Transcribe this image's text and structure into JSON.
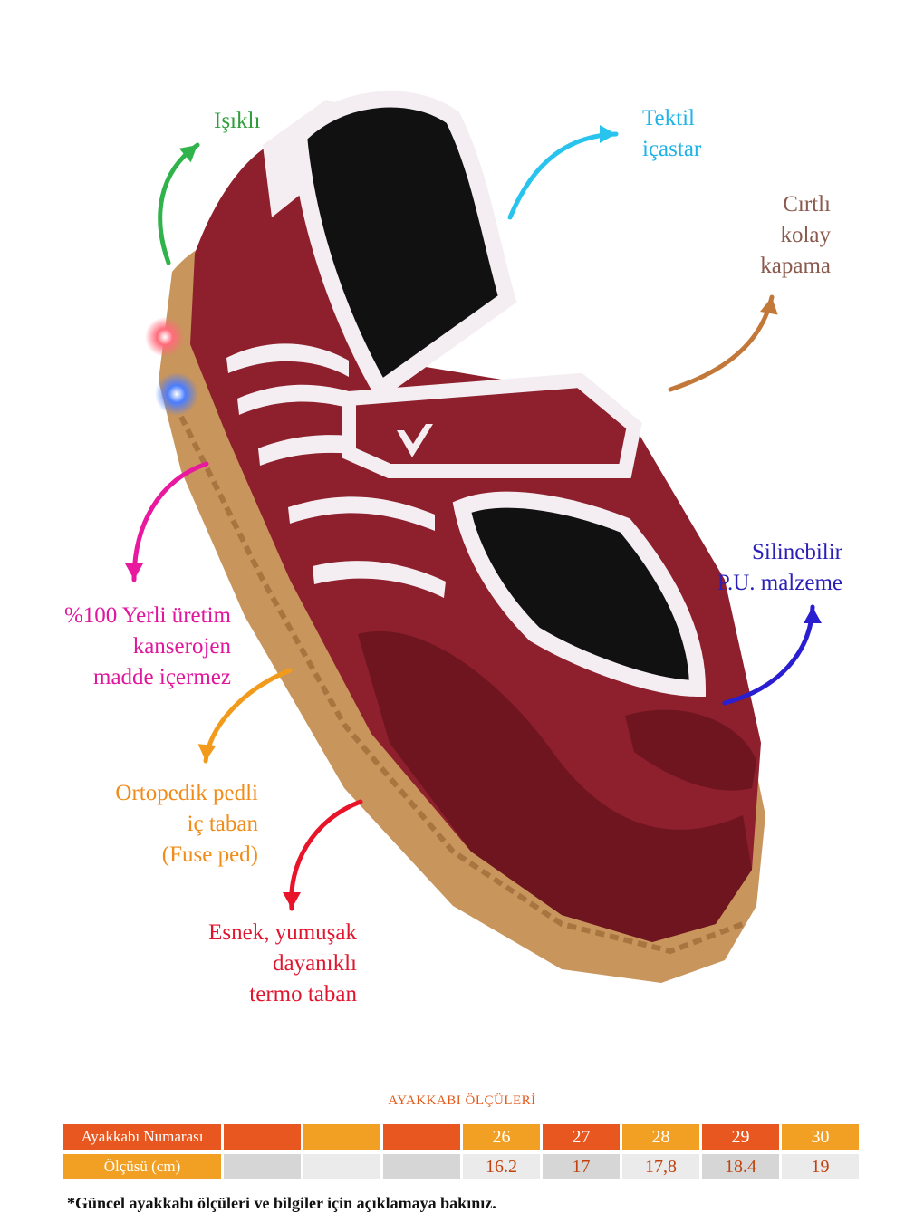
{
  "features": [
    {
      "id": "lighted",
      "lines": [
        "Işıklı"
      ],
      "color": "#2e9e3a"
    },
    {
      "id": "textile",
      "lines": [
        "Tektil",
        "içastar"
      ],
      "color": "#1fb3e6"
    },
    {
      "id": "velcro",
      "lines": [
        "Cırtlı",
        "kolay",
        "kapama"
      ],
      "color": "#8a5a4e"
    },
    {
      "id": "local",
      "lines": [
        "%100 Yerli üretim",
        "kanserojen",
        "madde içermez"
      ],
      "color": "#e0179c"
    },
    {
      "id": "washable",
      "lines": [
        "Silinebilir",
        "P.U. malzeme"
      ],
      "color": "#2a1fb8"
    },
    {
      "id": "insole",
      "lines": [
        "Ortopedik pedli",
        "iç taban",
        "(Fuse ped)"
      ],
      "color": "#f08c1a"
    },
    {
      "id": "sole",
      "lines": [
        "Esnek, yumuşak",
        "dayanıklı",
        "termo  taban"
      ],
      "color": "#e0162e"
    }
  ],
  "arrow_colors": {
    "lighted": "#2fb34a",
    "textile": "#28c4ee",
    "velcro": "#c27838",
    "local": "#e8199f",
    "washable": "#2a1fd0",
    "insole": "#f29a1c",
    "sole": "#e8152a"
  },
  "size_table": {
    "title": "AYAKKABI ÖLÇÜLERİ",
    "row1_label": "Ayakkabı Numarası",
    "row2_label": "Ölçüsü (cm)",
    "sizes": [
      "",
      "",
      "",
      "26",
      "27",
      "28",
      "29",
      "30"
    ],
    "lengths": [
      "",
      "",
      "",
      "16.2",
      "17",
      "17,8",
      "18.4",
      "19"
    ],
    "row1_colors": [
      "#e8571f",
      "#f2a024",
      "#e8571f",
      "#f2a024",
      "#e8571f",
      "#f2a024",
      "#e8571f",
      "#f2a024"
    ],
    "row2_colors": [
      "#d6d6d6",
      "#ebebeb",
      "#d6d6d6",
      "#ebebeb",
      "#d6d6d6",
      "#ebebeb",
      "#d6d6d6",
      "#ebebeb"
    ]
  },
  "note": "*Güncel ayakkabı ölçüleri ve bilgiler için açıklamaya bakınız.",
  "shoe_colors": {
    "upper": "#8e1f2c",
    "suede": "#6e1520",
    "stripe": "#f4eef2",
    "sole": "#c8955c",
    "lining": "#111111"
  }
}
